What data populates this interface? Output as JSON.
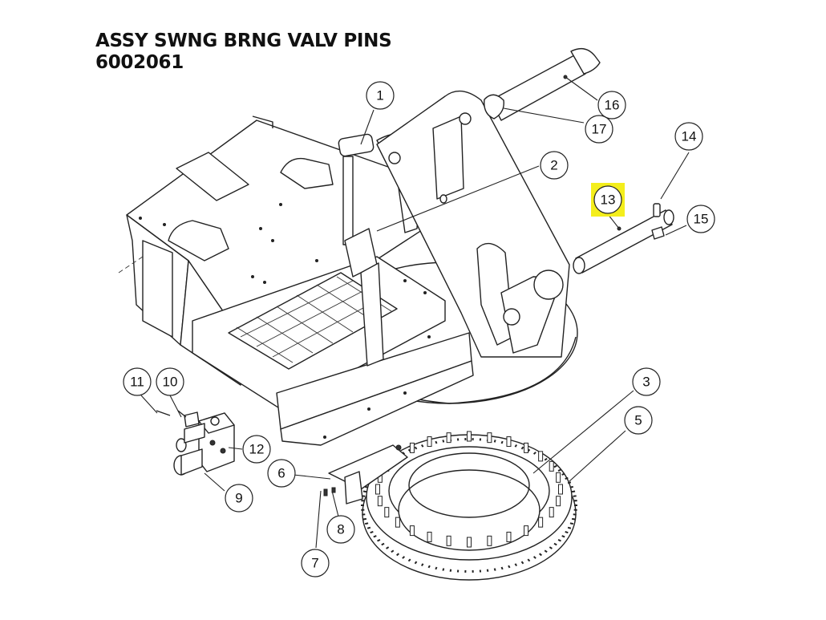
{
  "title": {
    "line1": "ASSY SWNG BRNG VALV PINS",
    "line2": "6002061"
  },
  "callouts": [
    {
      "id": "1",
      "label": "1"
    },
    {
      "id": "2",
      "label": "2"
    },
    {
      "id": "3",
      "label": "3"
    },
    {
      "id": "5",
      "label": "5"
    },
    {
      "id": "6",
      "label": "6"
    },
    {
      "id": "7",
      "label": "7"
    },
    {
      "id": "8",
      "label": "8"
    },
    {
      "id": "9",
      "label": "9"
    },
    {
      "id": "10",
      "label": "10"
    },
    {
      "id": "11",
      "label": "11"
    },
    {
      "id": "12",
      "label": "12"
    },
    {
      "id": "13",
      "label": "13",
      "highlighted": true
    },
    {
      "id": "14",
      "label": "14"
    },
    {
      "id": "15",
      "label": "15"
    },
    {
      "id": "16",
      "label": "16"
    },
    {
      "id": "17",
      "label": "17"
    }
  ],
  "colors": {
    "line": "#222222",
    "highlight": "#f4ee1c",
    "background": "#ffffff"
  }
}
